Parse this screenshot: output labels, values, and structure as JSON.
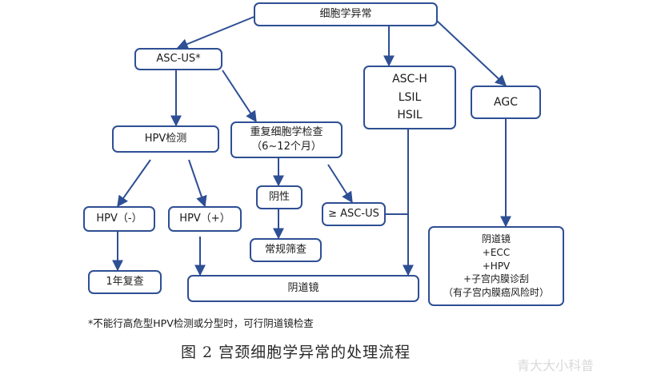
{
  "diagram": {
    "nodes": {
      "root": {
        "lines": [
          "细胞学异常"
        ]
      },
      "ascus": {
        "lines": [
          "ASC-US*"
        ]
      },
      "asch": {
        "lines": [
          "ASC-H",
          "LSIL",
          "HSIL"
        ]
      },
      "agc": {
        "lines": [
          "AGC"
        ]
      },
      "hpv_test": {
        "lines": [
          "HPV检测"
        ]
      },
      "repeat_cytology": {
        "lines": [
          "重复细胞学检查",
          "（6~12个月）"
        ]
      },
      "negative": {
        "lines": [
          "阴性"
        ]
      },
      "ge_ascus": {
        "lines": [
          "≥ ASC-US"
        ]
      },
      "hpv_neg": {
        "lines": [
          "HPV（-）"
        ]
      },
      "hpv_pos": {
        "lines": [
          "HPV（+）"
        ]
      },
      "routine": {
        "lines": [
          "常规筛查"
        ]
      },
      "one_year": {
        "lines": [
          "1年复查"
        ]
      },
      "colposcopy": {
        "lines": [
          "阴道镜"
        ]
      },
      "agc_colposcopy": {
        "lines": [
          "阴道镜",
          "+ECC",
          "+HPV",
          "+子宫内膜诊刮",
          "（有子宫内膜癌风险时）"
        ]
      }
    },
    "edges": [
      {
        "from": "root",
        "to": "ascus"
      },
      {
        "from": "root",
        "to": "asch"
      },
      {
        "from": "root",
        "to": "agc"
      },
      {
        "from": "ascus",
        "to": "hpv_test"
      },
      {
        "from": "ascus",
        "to": "repeat_cytology"
      },
      {
        "from": "hpv_test",
        "to": "hpv_neg"
      },
      {
        "from": "hpv_test",
        "to": "hpv_pos"
      },
      {
        "from": "repeat_cytology",
        "to": "negative"
      },
      {
        "from": "repeat_cytology",
        "to": "ge_ascus"
      },
      {
        "from": "negative",
        "to": "routine"
      },
      {
        "from": "hpv_neg",
        "to": "one_year"
      },
      {
        "from": "hpv_pos",
        "to": "colposcopy"
      },
      {
        "from": "asch",
        "to": "colposcopy"
      },
      {
        "from": "ge_ascus",
        "to": "colposcopy"
      },
      {
        "from": "agc",
        "to": "agc_colposcopy"
      }
    ],
    "footnote": "*不能行高危型HPV检测或分型时，可行阴道镜检查",
    "caption": "图 2    宫颈细胞学异常的处理流程",
    "watermark": "青大大小科普",
    "colors": {
      "border": "#2e4f94",
      "arrow": "#2e4f94",
      "text": "#1a1a1a"
    }
  }
}
